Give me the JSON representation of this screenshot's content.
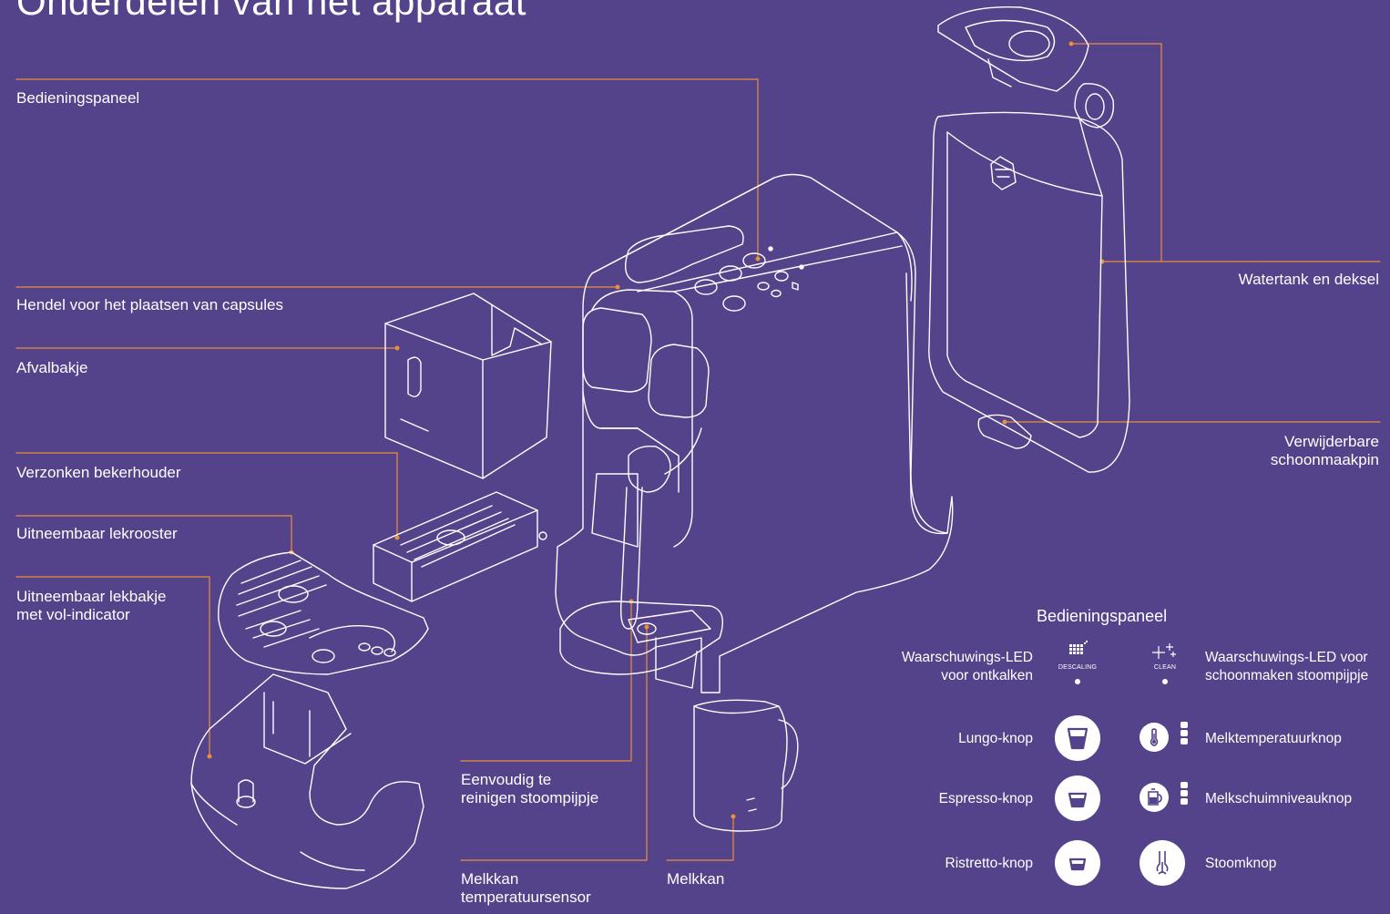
{
  "title": "Onderdelen van het apparaat",
  "colors": {
    "background": "#54428a",
    "leader": "#e8903a",
    "line": "#ffffff"
  },
  "labels": {
    "bedieningspaneel": "Bedieningspaneel",
    "hendel": "Hendel voor het plaatsen van capsules",
    "afvalbakje": "Afvalbakje",
    "bekerhouder": "Verzonken bekerhouder",
    "lekrooster": "Uitneembaar lekrooster",
    "lekbakje_1": "Uitneembaar lekbakje",
    "lekbakje_2": "met vol-indicator",
    "stoompijpje_1": "Eenvoudig te",
    "stoompijpje_2": "reinigen stoompijpje",
    "sensor_1": "Melkkan",
    "sensor_2": "temperatuursensor",
    "melkkan": "Melkkan",
    "watertank": "Watertank en deksel",
    "pin_1": "Verwijderbare",
    "pin_2": "schoonmaakpin"
  },
  "control_panel": {
    "title": "Bedieningspaneel",
    "warn_descale_1": "Waarschuwings-LED",
    "warn_descale_2": "voor ontkalken",
    "descaling_text": "DESCALING",
    "clean_text": "CLEAN",
    "warn_clean_1": "Waarschuwings-LED voor",
    "warn_clean_2": "schoonmaken stoompijpje",
    "lungo": "Lungo-knop",
    "espresso": "Espresso-knop",
    "ristretto": "Ristretto-knop",
    "milk_temp": "Melktemperatuurknop",
    "milk_froth": "Melkschuimniveauknop",
    "steam": "Stoomknop",
    "icons": [
      "descaling-icon",
      "clean-icon",
      "lungo-cup-icon",
      "espresso-cup-icon",
      "ristretto-cup-icon",
      "thermometer-icon",
      "milk-jug-icon",
      "steam-wand-icon"
    ]
  }
}
